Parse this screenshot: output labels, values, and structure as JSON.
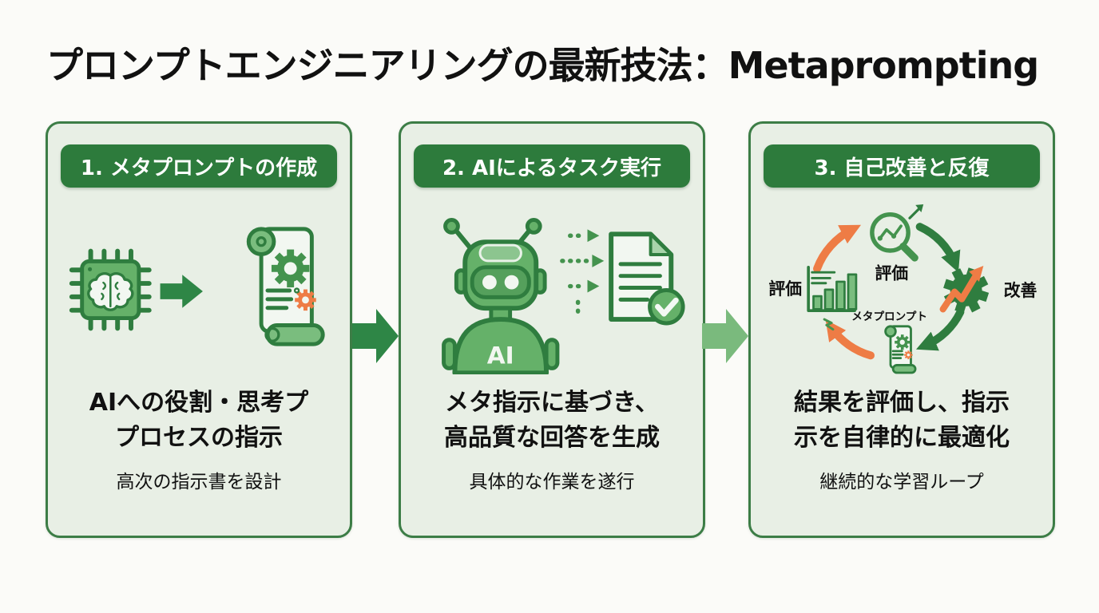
{
  "title": "プロンプトエンジニアリングの最新技法：Metaprompting",
  "panels": [
    {
      "header": "1. メタプロンプトの作成",
      "line1": "AIへの役割・思考プ",
      "line2": "プロセスの指示",
      "subtitle": "高次の指示書を設計"
    },
    {
      "header": "2. AIによるタスク実行",
      "line1": "メタ指示に基づき、",
      "line2": "高品質な回答を生成",
      "subtitle": "具体的な作業を遂行"
    },
    {
      "header": "3. 自己改善と反復",
      "line1": "結果を評価し、指示",
      "line2": "示を自律的に最適化",
      "subtitle": "継続的な学習ループ"
    }
  ],
  "robot_label": "AI",
  "cycle_labels": {
    "top": "評価",
    "right": "改善",
    "bottom": "メタプロンプト",
    "left": "評価"
  },
  "icons": {
    "panel1": [
      "chip-brain-icon",
      "arrow-right-icon",
      "scroll-gear-icon"
    ],
    "panel2": [
      "robot-ai-icon",
      "dashed-arrows-icon",
      "document-check-icon"
    ],
    "panel3": [
      "magnifier-chart-icon",
      "gear-trend-icon",
      "metaprompt-scroll-icon",
      "bar-chart-icon",
      "cycle-arrows-icon"
    ],
    "between_panels": [
      "flow-arrow-dark-icon",
      "flow-arrow-light-icon"
    ]
  },
  "colors": {
    "page-bg": "#fbfbf8",
    "ink": "#111111",
    "panel-bg": "#e8efe5",
    "panel-border": "#3c7d46",
    "badge": "#2d7b3c",
    "deep": "#2f7d3f",
    "mid": "#65b169",
    "leaf": "#7abd7e",
    "paper": "#f2f7f1",
    "gear": "#44934e",
    "orange": "#ee7c45",
    "arrow-dark": "#2e8646",
    "arrow-light": "#7aba7d"
  }
}
